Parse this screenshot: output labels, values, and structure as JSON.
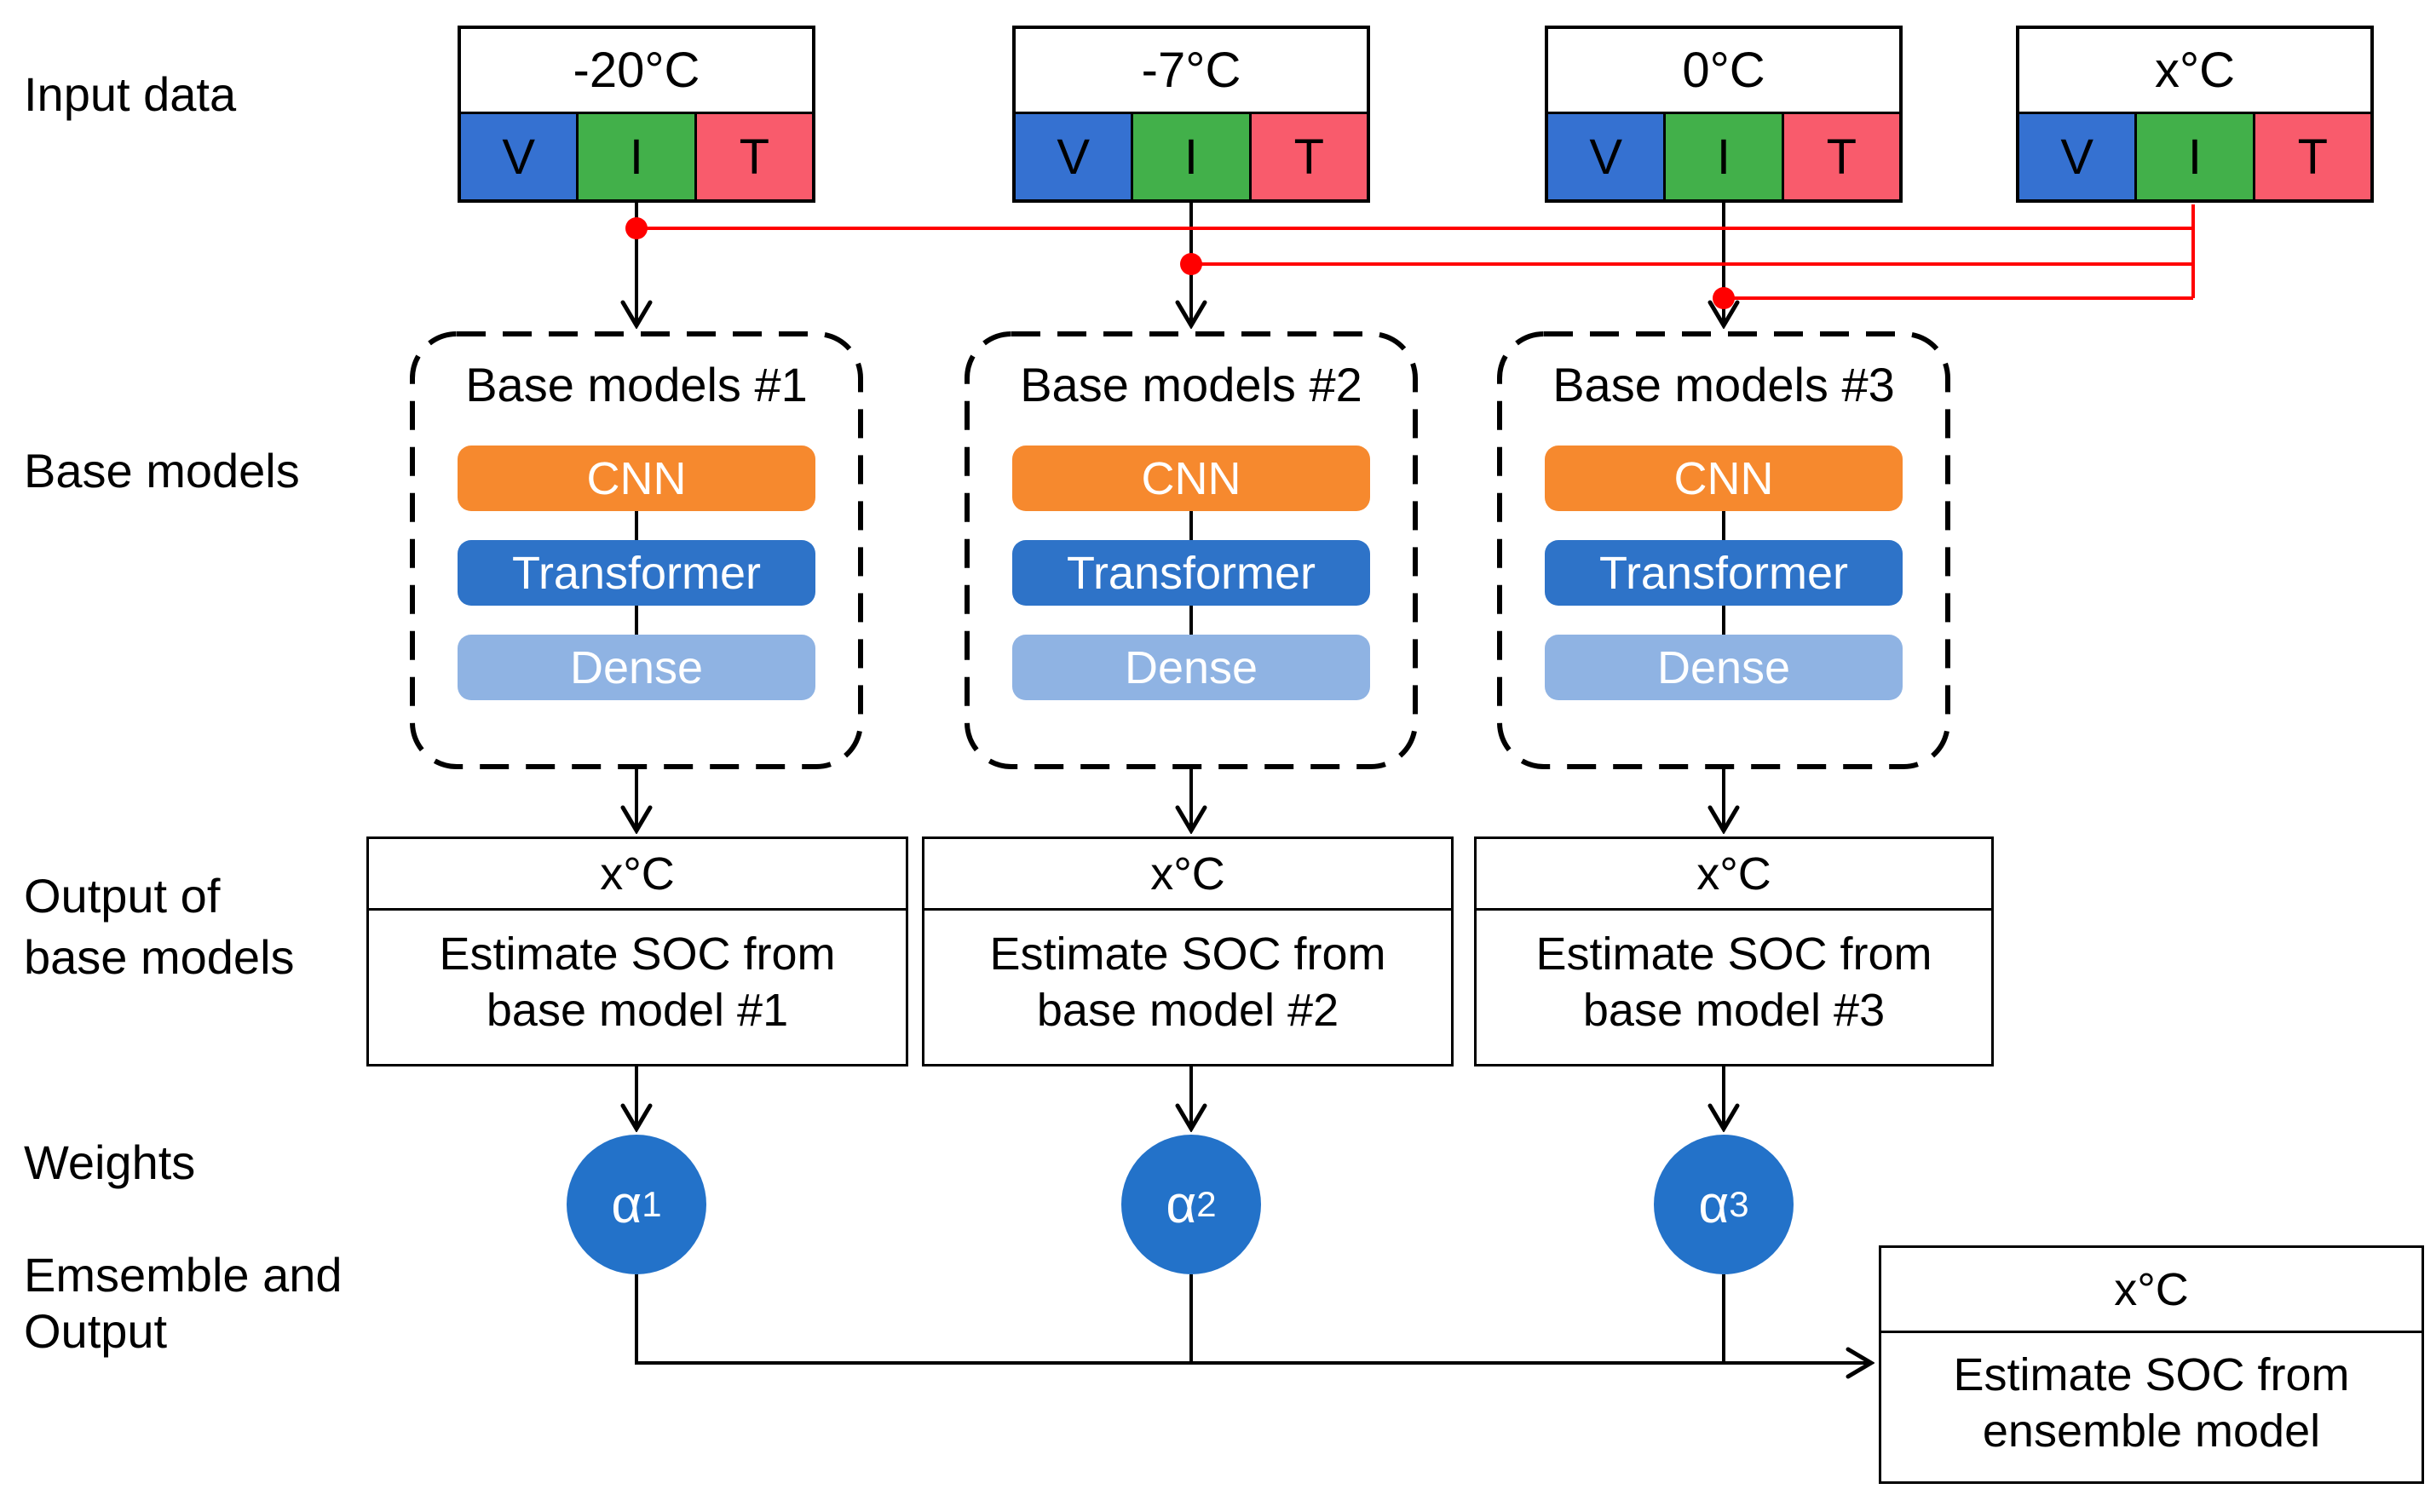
{
  "row_labels": {
    "input_data": "Input data",
    "base_models": "Base models",
    "output_of_line1": "Output of",
    "output_of_line2": "base models",
    "weights": "Weights",
    "ensemble_line1": "Emsemble and",
    "ensemble_line2": "Output"
  },
  "input_columns": [
    {
      "temperature": "-20°C",
      "channels": [
        "V",
        "I",
        "T"
      ]
    },
    {
      "temperature": "-7°C",
      "channels": [
        "V",
        "I",
        "T"
      ]
    },
    {
      "temperature": "0°C",
      "channels": [
        "V",
        "I",
        "T"
      ]
    },
    {
      "temperature": "x°C",
      "channels": [
        "V",
        "I",
        "T"
      ]
    }
  ],
  "base_model_groups": [
    {
      "title": "Base models #1",
      "layers": [
        "CNN",
        "Transformer",
        "Dense"
      ]
    },
    {
      "title": "Base models #2",
      "layers": [
        "CNN",
        "Transformer",
        "Dense"
      ]
    },
    {
      "title": "Base models #3",
      "layers": [
        "CNN",
        "Transformer",
        "Dense"
      ]
    }
  ],
  "output_boxes": [
    {
      "header": "x°C",
      "line1": "Estimate SOC from",
      "line2": "base model #1"
    },
    {
      "header": "x°C",
      "line1": "Estimate SOC from",
      "line2": "base model #2"
    },
    {
      "header": "x°C",
      "line1": "Estimate SOC from",
      "line2": "base model #3"
    }
  ],
  "weight_nodes": [
    {
      "symbol": "α",
      "subscript": "1"
    },
    {
      "symbol": "α",
      "subscript": "2"
    },
    {
      "symbol": "α",
      "subscript": "3"
    }
  ],
  "ensemble_box": {
    "header": "x°C",
    "line1": "Estimate SOC from",
    "line2": "ensemble model"
  },
  "colors": {
    "voltage_blue": "#3571D1",
    "current_green": "#42B04A",
    "temperature_red": "#F95B6C",
    "cnn_orange": "#F6892E",
    "transformer_blue": "#2E73C8",
    "dense_light_blue": "#8FB3E3",
    "weight_circle_blue": "#2372C9",
    "connector_red": "#FF0000",
    "line_black": "#000000"
  }
}
